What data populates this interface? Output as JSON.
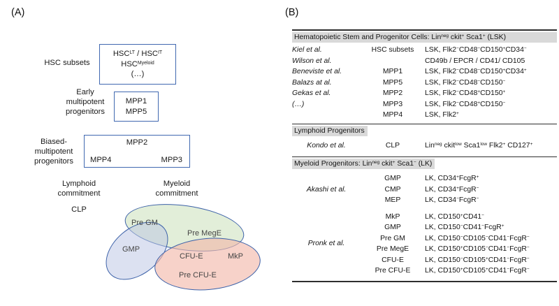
{
  "panelA": {
    "label": "(A)",
    "hsc_subsets_label": "HSC subsets",
    "hsc_box": {
      "line1": "HSC^{LT} / HSC^{IT}",
      "line2": "HSC^{Myeloid}",
      "line3": "(…)"
    },
    "early_label": {
      "line1": "Early",
      "line2": "multipotent",
      "line3": "progenitors"
    },
    "early_box": {
      "line1": "MPP1",
      "line2": "MPP5"
    },
    "biased_label": {
      "line1": "Biased-",
      "line2": "multipotent",
      "line3": "progenitors"
    },
    "biased_box": {
      "top": "MPP2",
      "left": "MPP4",
      "right": "MPP3"
    },
    "lymphoid_label": {
      "line1": "Lymphoid",
      "line2": "commitment"
    },
    "clp": "CLP",
    "myeloid_label": {
      "line1": "Myeloid",
      "line2": "commitment"
    },
    "ellipse_labels": {
      "pre_gm": "Pre GM",
      "pre_mege": "Pre MegE",
      "gmp": "GMP",
      "cfu_e": "CFU-E",
      "mkp": "MkP",
      "pre_cfu_e": "Pre CFU-E"
    },
    "colors": {
      "green_fill": "#e9f1e2",
      "blue_fill": "#dfe3f1",
      "red_fill": "#f6d2c9",
      "outline": "#3c61a8",
      "box_border": "#4068b0"
    }
  },
  "panelB": {
    "label": "(B)",
    "header_bg": "#d9d9d9",
    "section1": {
      "header": "Hematopoietic Stem and Progenitor Cells: Lin^{neg} ckit^{+} Sca1^{+} (LSK)",
      "refs": [
        "Kiel et al.",
        "Wilson et al.",
        "Beneviste et al.",
        "Balazs at al.",
        "Gekas et al.",
        "(…)"
      ],
      "rows": [
        {
          "cell": "HSC subsets",
          "marker": "LSK, Flk2^{−}CD48^{−}CD150^{+}CD34^{−}",
          "marker2": "CD49b / EPCR / CD41/ CD105"
        },
        {
          "cell": "MPP1",
          "marker": "LSK, Flk2^{−}CD48^{−}CD150^{+}CD34^{+}"
        },
        {
          "cell": "MPP5",
          "marker": "LSK, Flk2^{−}CD48^{−}CD150^{−}"
        },
        {
          "cell": "MPP2",
          "marker": "LSK, Flk2^{−}CD48^{+}CD150^{+}"
        },
        {
          "cell": "MPP3",
          "marker": "LSK, Flk2^{−}CD48^{+}CD150^{−}"
        },
        {
          "cell": "MPP4",
          "marker": "LSK, Flk2^{+}"
        }
      ]
    },
    "section2": {
      "header": "Lymphoid Progenitors",
      "ref": "Kondo et al.",
      "rows": [
        {
          "cell": "CLP",
          "marker": "Lin^{neg} ckit^{low} Sca1^{low} Flk2^{+} CD127^{+}"
        }
      ]
    },
    "section3": {
      "header": "Myeloid Progenitors: Lin^{neg} ckit^{+} Sca1^{−} (LK)",
      "groups": [
        {
          "ref": "Akashi et al.",
          "rows": [
            {
              "cell": "GMP",
              "marker": "LK, CD34^{+}FcgR^{+}"
            },
            {
              "cell": "CMP",
              "marker": "LK, CD34^{+}FcgR^{−}"
            },
            {
              "cell": "MEP",
              "marker": "LK, CD34^{−}FcgR^{−}"
            }
          ]
        },
        {
          "ref": "Pronk et al.",
          "rows": [
            {
              "cell": "MkP",
              "marker": "LK, CD150^{+}CD41^{−}"
            },
            {
              "cell": "GMP",
              "marker": "LK, CD150^{−}CD41^{−}FcgR^{+}"
            },
            {
              "cell": "Pre GM",
              "marker": "LK, CD150^{−}CD105^{−}CD41^{−}FcgR^{−}"
            },
            {
              "cell": "Pre MegE",
              "marker": "LK, CD150^{+}CD105^{−}CD41^{−}FcgR^{−}"
            },
            {
              "cell": "CFU-E",
              "marker": "LK, CD150^{−}CD105^{+}CD41^{−}FcgR^{−}"
            },
            {
              "cell": "Pre CFU-E",
              "marker": "LK, CD150^{+}CD105^{+}CD41^{−}FcgR^{−}"
            }
          ]
        }
      ]
    }
  }
}
